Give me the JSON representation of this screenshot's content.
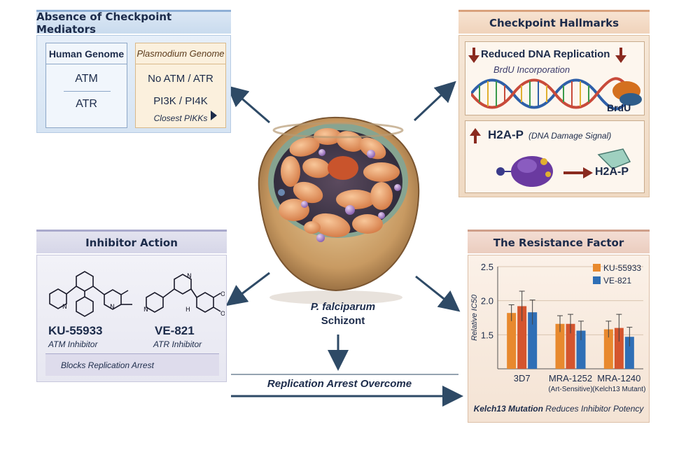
{
  "top_left": {
    "title": "Absence of Checkpoint Mediators",
    "human_header": "Human Genome",
    "human_items": [
      "ATM",
      "ATR"
    ],
    "plasmodium_header": "Plasmodium Genome",
    "plasmodium_items": [
      "No ATM / ATR",
      "PI3K / PI4K"
    ],
    "plasmodium_note": "Closest PIKKs"
  },
  "top_right": {
    "title": "Checkpoint Hallmarks",
    "replication_label": "Reduced DNA Replication",
    "brdu_incorporation": "BrdU Incorporation",
    "brdu_label": "BrdU",
    "h2a_label": "H2A-P",
    "h2a_note": "(DNA Damage Signal)",
    "h2a_product": "H2A-P"
  },
  "bottom_left": {
    "title": "Inhibitor Action",
    "inhibitors": [
      {
        "name": "KU-55933",
        "role": "ATM Inhibitor"
      },
      {
        "name": "VE-821",
        "role": "ATR Inhibitor"
      }
    ],
    "footer": "Blocks Replication Arrest"
  },
  "center": {
    "organism": "P. falciparum",
    "stage": "Schizont",
    "flow_label": "Replication Arrest Overcome"
  },
  "bottom_right": {
    "title": "The Resistance Factor",
    "caption_bold": "Kelch13 Mutation",
    "caption_rest": "Reduces Inhibitor Potency"
  },
  "colors": {
    "ku": "#e8892e",
    "ku_alt": "#d4552e",
    "ve": "#2f6fb6",
    "arrow": "#2e4a66"
  },
  "chart_data": {
    "type": "bar",
    "categories": [
      "3D7",
      "MRA-1252",
      "MRA-1240"
    ],
    "category_sublabels": [
      "",
      "(Art-Sensitive)",
      "(Kelch13 Mutant)"
    ],
    "series": [
      {
        "name": "KU-55933",
        "values": [
          1.82,
          1.66,
          1.58
        ],
        "errors": [
          0.12,
          0.12,
          0.12
        ],
        "color": "#e8892e"
      },
      {
        "name": "",
        "values": [
          1.92,
          1.66,
          1.6
        ],
        "errors": [
          0.22,
          0.14,
          0.2
        ],
        "color": "#d4552e"
      },
      {
        "name": "VE-821",
        "values": [
          1.83,
          1.56,
          1.47
        ],
        "errors": [
          0.18,
          0.14,
          0.14
        ],
        "color": "#2f6fb6"
      }
    ],
    "ylabel": "Relative IC50",
    "ylim": [
      1.0,
      2.5
    ],
    "yticks": [
      "1.5",
      "2.0",
      "2.5"
    ],
    "ytick_values": [
      1.5,
      2.0,
      2.5
    ],
    "legend": [
      "KU-55933",
      "VE-821"
    ],
    "legend_position": "top-right"
  }
}
